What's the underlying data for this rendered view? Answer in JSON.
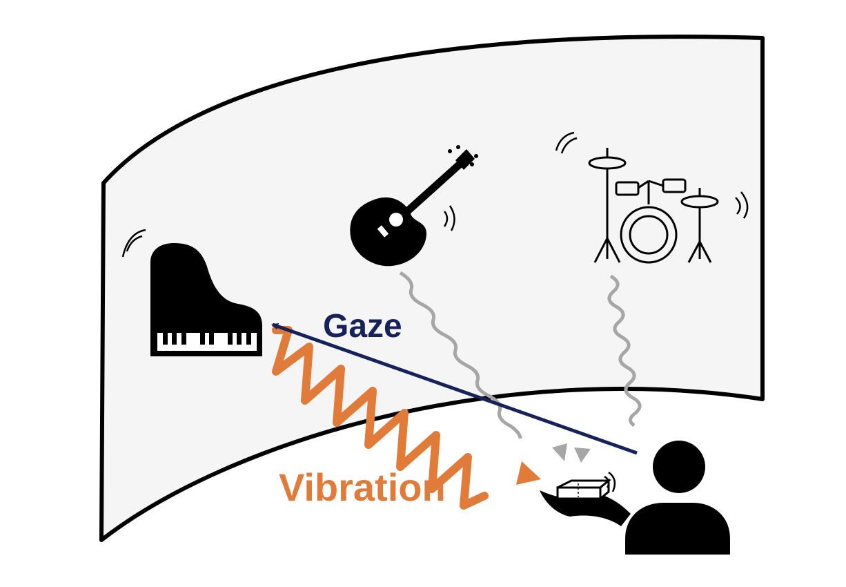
{
  "labels": {
    "gaze": "Gaze",
    "vibration": "Vibration"
  },
  "colors": {
    "screen_fill": "#f5f5f5",
    "outline": "#000000",
    "gaze": "#17215a",
    "vibration": "#e07b39",
    "sound_waves": "#a6a6a6"
  },
  "icons": [
    "curved-screen",
    "piano-icon",
    "guitar-icon",
    "drum-kit-icon",
    "person-icon",
    "hand-icon",
    "haptic-device-icon"
  ]
}
